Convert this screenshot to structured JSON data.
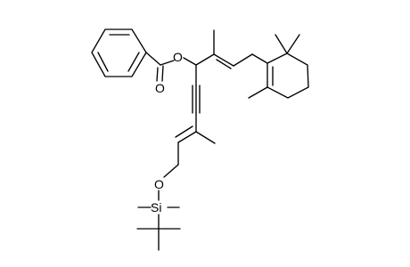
{
  "molecule": {
    "atom_labels": {
      "ester_oxygen": "O",
      "carbonyl_oxygen": "O",
      "ether_oxygen": "O",
      "silicon": "Si"
    }
  }
}
